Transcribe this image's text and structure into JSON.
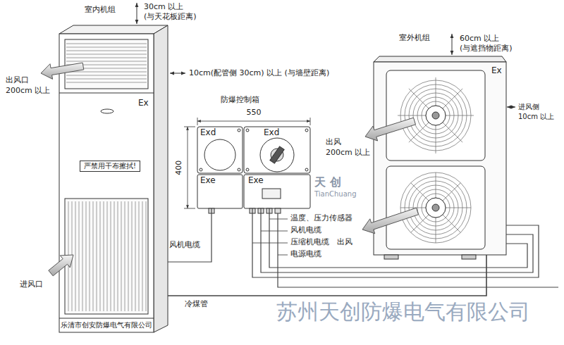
{
  "diagram": {
    "nodes": [
      {
        "text": [
          "室内机组",
          "Ex"
        ]
      },
      {
        "text": [
          "严禁用干布擦拭!"
        ],
        "in": 0
      },
      {
        "text": [
          "乐清市创安防爆电气有限公司"
        ],
        "in": 0
      },
      {
        "text": [
          "防爆控制箱"
        ]
      },
      {
        "text": [
          "Exd"
        ],
        "in": 3
      },
      {
        "text": [
          "Exd"
        ],
        "in": 3
      },
      {
        "text": [
          "Exe"
        ],
        "in": 3
      },
      {
        "text": [
          "Exe"
        ],
        "in": 3
      },
      {
        "text": [
          "室外机组",
          "Ex"
        ]
      }
    ],
    "edges": [
      {
        "from": 3,
        "to": 0,
        "arrow": "none"
      },
      {
        "from": 3,
        "to": 8,
        "arrow": "none"
      },
      {
        "from": 3,
        "to": 8,
        "arrow": "none"
      },
      {
        "from": 3,
        "to": 8,
        "arrow": "none"
      },
      {
        "from": 0,
        "to": 8,
        "arrow": "none"
      }
    ],
    "labels": [
      "30cm 以上",
      "(与天花板距离)",
      "出风口",
      "200cm 以上",
      "10cm(配管侧 30cm) 以上 (与墙壁距离)",
      "进风口",
      "550",
      "400",
      "风机电缆",
      "温度、压力传感器",
      "风机电缆",
      "压缩机电缆",
      "电源电缆",
      "冷煤管",
      "60cm 以上",
      "(与遮挡物距离)",
      "进风侧",
      "10cm 以上",
      "出风",
      "200cm 以上",
      "出风",
      "天 创",
      "TianChuang",
      "苏州天创防爆电气有限公司"
    ]
  }
}
